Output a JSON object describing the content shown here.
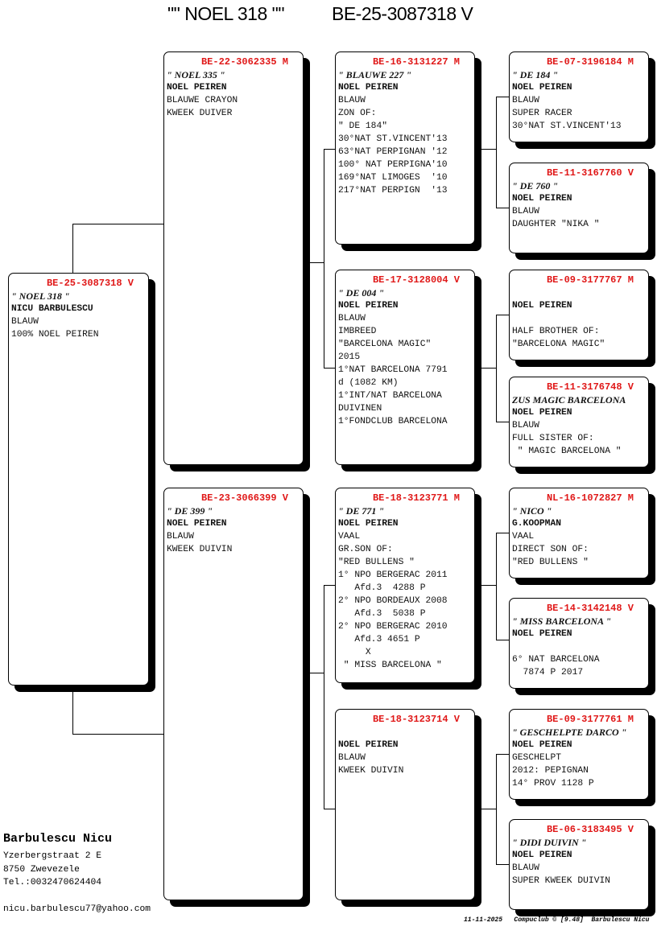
{
  "header": {
    "name": "\"\" NOEL 318 \"\"",
    "ring": "BE-25-3087318 V"
  },
  "boxes": {
    "subject": {
      "lines": [
        [
          "BE-25-3087318 V",
          "head"
        ],
        [
          "\" NOEL 318 \"",
          "name"
        ],
        [
          "NICU BARBULESCU",
          "owner"
        ],
        [
          "BLAUW",
          ""
        ],
        [
          "100% NOEL PEIREN",
          ""
        ]
      ]
    },
    "sire": {
      "lines": [
        [
          "BE-22-3062335 M",
          "head"
        ],
        [
          "\" NOEL 335 \"",
          "name"
        ],
        [
          "NOEL PEIREN",
          "owner"
        ],
        [
          "BLAUWE CRAYON",
          ""
        ],
        [
          "KWEEK DUIVER",
          ""
        ]
      ]
    },
    "dam": {
      "lines": [
        [
          "BE-23-3066399 V",
          "head"
        ],
        [
          "\" DE 399 \"",
          "name"
        ],
        [
          "NOEL PEIREN",
          "owner"
        ],
        [
          "BLAUW",
          ""
        ],
        [
          "KWEEK DUIVIN",
          ""
        ]
      ]
    },
    "ss": {
      "lines": [
        [
          "BE-16-3131227 M",
          "head"
        ],
        [
          "\" BLAUWE 227 \"",
          "name"
        ],
        [
          "NOEL PEIREN",
          "owner"
        ],
        [
          "BLAUW",
          ""
        ],
        [
          "ZON OF:",
          ""
        ],
        [
          "\" DE 184\"",
          ""
        ],
        [
          "30°NAT ST.VINCENT'13",
          ""
        ],
        [
          "63°NAT PERPIGNAN '12",
          ""
        ],
        [
          "100° NAT PERPIGNA'10",
          ""
        ],
        [
          "169°NAT LIMOGES  '10",
          ""
        ],
        [
          "217°NAT PERPIGN  '13",
          ""
        ]
      ]
    },
    "sd": {
      "lines": [
        [
          "BE-17-3128004 V",
          "head"
        ],
        [
          "\" DE 004 \"",
          "name"
        ],
        [
          "NOEL PEIREN",
          "owner"
        ],
        [
          "BLAUW",
          ""
        ],
        [
          "IMBREED",
          ""
        ],
        [
          "\"BARCELONA MAGIC\"",
          ""
        ],
        [
          "2015",
          ""
        ],
        [
          "1°NAT BARCELONA 7791",
          ""
        ],
        [
          "d (1082 KM)",
          ""
        ],
        [
          "1°INT/NAT BARCELONA",
          ""
        ],
        [
          "DUIVINEN",
          ""
        ],
        [
          "1°FONDCLUB BARCELONA",
          ""
        ]
      ]
    },
    "ds": {
      "lines": [
        [
          "BE-18-3123771 M",
          "head"
        ],
        [
          "\" DE 771 \"",
          "name"
        ],
        [
          "NOEL PEIREN",
          "owner"
        ],
        [
          "VAAL",
          ""
        ],
        [
          "GR.SON OF:",
          ""
        ],
        [
          "\"RED BULLENS \"",
          ""
        ],
        [
          "1° NPO BERGERAC 2011",
          ""
        ],
        [
          "   Afd.3  4288 P",
          ""
        ],
        [
          "2° NPO BORDEAUX 2008",
          ""
        ],
        [
          "   Afd.3  5038 P",
          ""
        ],
        [
          "2° NPO BERGERAC 2010",
          ""
        ],
        [
          "   Afd.3 4651 P",
          ""
        ],
        [
          "     X",
          ""
        ],
        [
          " \" MISS BARCELONA \"",
          ""
        ]
      ]
    },
    "dd": {
      "lines": [
        [
          "BE-18-3123714 V",
          "head"
        ],
        [
          "",
          "name"
        ],
        [
          "NOEL PEIREN",
          "owner"
        ],
        [
          "BLAUW",
          ""
        ],
        [
          "KWEEK DUIVIN",
          ""
        ]
      ]
    },
    "sss": {
      "lines": [
        [
          "BE-07-3196184 M",
          "head"
        ],
        [
          "\" DE 184 \"",
          "name"
        ],
        [
          "NOEL PEIREN",
          "owner"
        ],
        [
          "BLAUW",
          ""
        ],
        [
          "SUPER RACER",
          ""
        ],
        [
          "30°NAT ST.VINCENT'13",
          ""
        ]
      ]
    },
    "ssd": {
      "lines": [
        [
          "BE-11-3167760 V",
          "head"
        ],
        [
          "\" DE 760 \"",
          "name"
        ],
        [
          "NOEL PEIREN",
          "owner"
        ],
        [
          "BLAUW",
          ""
        ],
        [
          "DAUGHTER \"NIKA \"",
          ""
        ]
      ]
    },
    "sds": {
      "lines": [
        [
          "BE-09-3177767 M",
          "head"
        ],
        [
          "",
          "name"
        ],
        [
          "NOEL PEIREN",
          "owner"
        ],
        [
          "",
          ""
        ],
        [
          "HALF BROTHER OF:",
          ""
        ],
        [
          "\"BARCELONA MAGIC\"",
          ""
        ]
      ]
    },
    "sdd": {
      "lines": [
        [
          "BE-11-3176748 V",
          "head"
        ],
        [
          "ZUS MAGIC BARCELONA",
          "name"
        ],
        [
          "NOEL PEIREN",
          "owner"
        ],
        [
          "BLAUW",
          ""
        ],
        [
          "FULL SISTER OF:",
          ""
        ],
        [
          " \" MAGIC BARCELONA \"",
          ""
        ]
      ]
    },
    "dss": {
      "lines": [
        [
          "NL-16-1072827 M",
          "head"
        ],
        [
          "\" NICO \"",
          "name"
        ],
        [
          "G.KOOPMAN",
          "owner"
        ],
        [
          "VAAL",
          ""
        ],
        [
          "DIRECT SON OF:",
          ""
        ],
        [
          "\"RED BULLENS \"",
          ""
        ]
      ]
    },
    "dsd": {
      "lines": [
        [
          "BE-14-3142148 V",
          "head"
        ],
        [
          "\" MISS BARCELONA \"",
          "name"
        ],
        [
          "NOEL PEIREN",
          "owner"
        ],
        [
          "",
          ""
        ],
        [
          "6° NAT BARCELONA",
          ""
        ],
        [
          "  7874 P 2017",
          ""
        ]
      ]
    },
    "dds": {
      "lines": [
        [
          "BE-09-3177761 M",
          "head"
        ],
        [
          "\" GESCHELPTE DARCO \"",
          "name"
        ],
        [
          "NOEL PEIREN",
          "owner"
        ],
        [
          "GESCHELPT",
          ""
        ],
        [
          "2012: PEPIGNAN",
          ""
        ],
        [
          "14° PROV 1128 P",
          ""
        ]
      ]
    },
    "ddd": {
      "lines": [
        [
          "BE-06-3183495 V",
          "head"
        ],
        [
          "\" DIDI DUIVIN \"",
          "name"
        ],
        [
          "NOEL PEIREN",
          "owner"
        ],
        [
          "BLAUW",
          ""
        ],
        [
          "SUPER KWEEK DUIVIN",
          ""
        ]
      ]
    }
  },
  "breeder": {
    "name": "Barbulescu Nicu",
    "street": "Yzerbergstraat 2 E",
    "city": "8750  Zwevezele",
    "phone": "Tel.:0032470624404",
    "email": "nicu.barbulescu77@yahoo.com"
  },
  "footer": {
    "date": "11-11-2025",
    "software": "Compuclub © [9.48]",
    "user": "Barbulescu Nicu"
  }
}
